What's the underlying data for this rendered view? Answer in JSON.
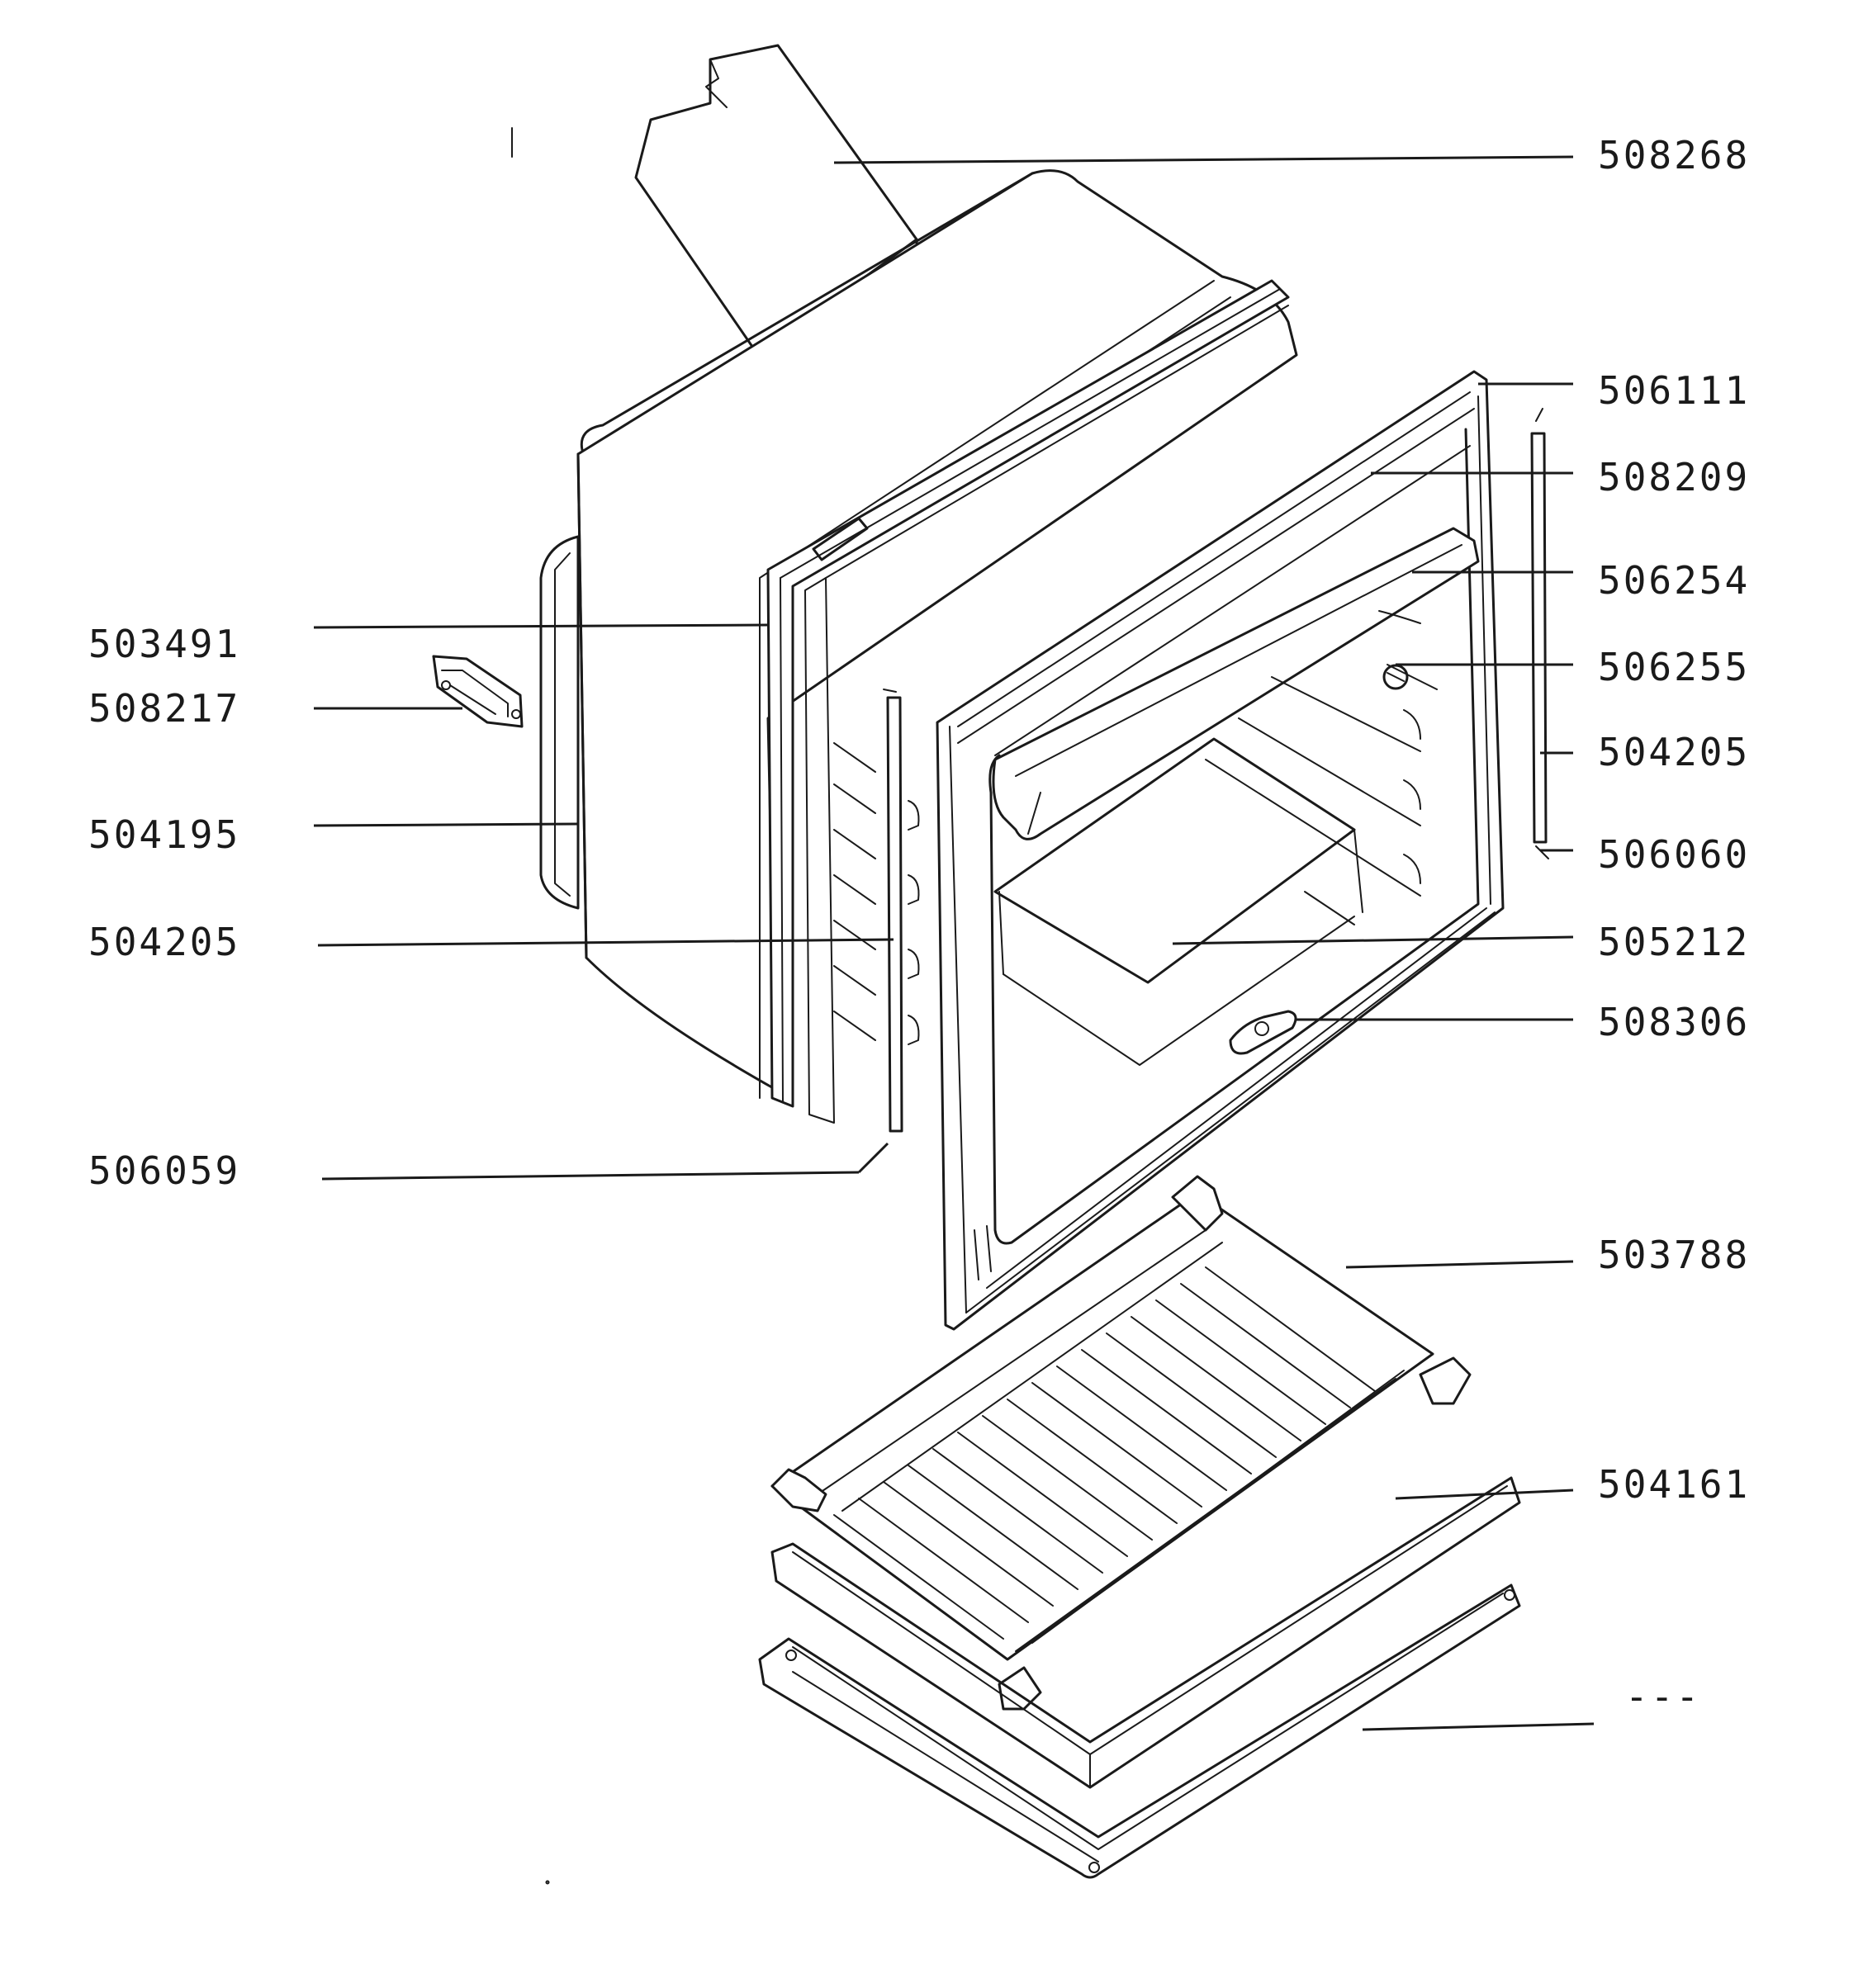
{
  "diagram": {
    "labels": {
      "l508268": "508268",
      "l506111": "506111",
      "l508209": "508209",
      "l506254": "506254",
      "l506255": "506255",
      "l504205r": "504205",
      "l506060": "506060",
      "l505212": "505212",
      "l508306": "508306",
      "l503788": "503788",
      "l504161": "504161",
      "lunknown": "---",
      "l503491": "503491",
      "l508217": "508217",
      "l504195": "504195",
      "l504205l": "504205",
      "l506059": "506059"
    }
  }
}
